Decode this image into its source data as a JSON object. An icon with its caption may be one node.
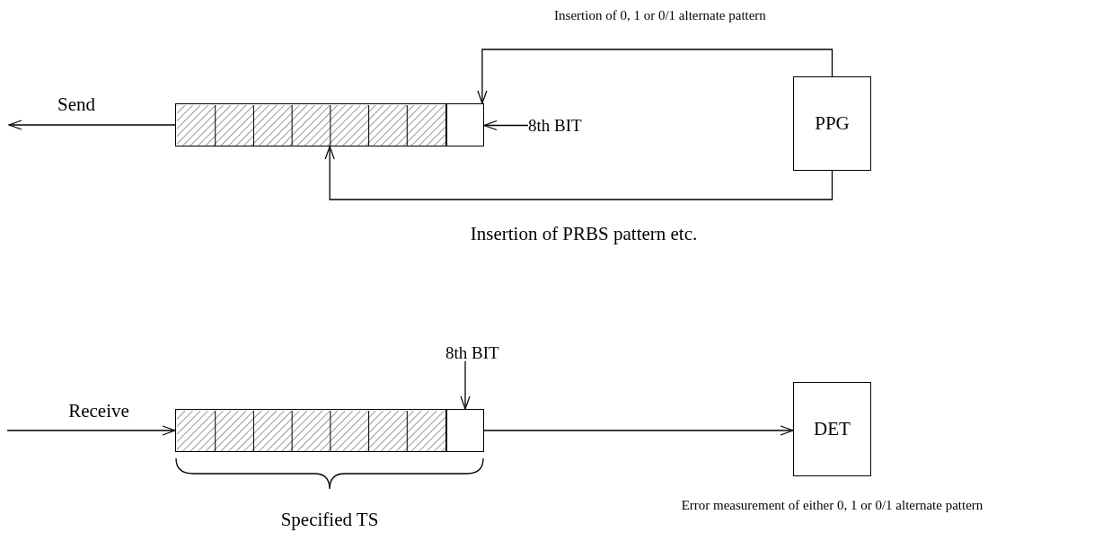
{
  "diagram": {
    "nodes": [
      {
        "text": [],
        "shape": "bar"
      },
      {
        "text": [],
        "shape": "box"
      },
      {
        "text": [
          "8th BIT"
        ]
      },
      {
        "text": [
          "PPG"
        ]
      },
      {
        "text": [
          "8th BIT"
        ]
      },
      {
        "text": [],
        "shape": "bar"
      },
      {
        "text": [],
        "shape": "box"
      },
      {
        "text": [
          "DET"
        ],
        "beside": [
          "Error measurement of either 0, 1 or 0/1 alternate pattern"
        ]
      }
    ],
    "edges": [
      {
        "from": 0,
        "to": null,
        "arrow": "to",
        "label": "Send"
      },
      {
        "from": 2,
        "to": 1,
        "arrow": "to"
      },
      {
        "from": 3,
        "to": 1,
        "arrow": "to",
        "label": "Insertion of 0, 1 or 0/1 alternate pattern"
      },
      {
        "from": 3,
        "to": 0,
        "arrow": "to",
        "label": "Insertion of PRBS pattern etc."
      },
      {
        "from": null,
        "to": 5,
        "arrow": "to",
        "label": "Receive"
      },
      {
        "from": 4,
        "to": 6,
        "arrow": "to"
      },
      {
        "from": 6,
        "to": 7,
        "arrow": "to"
      }
    ],
    "labels": [
      "Specified TS"
    ]
  }
}
